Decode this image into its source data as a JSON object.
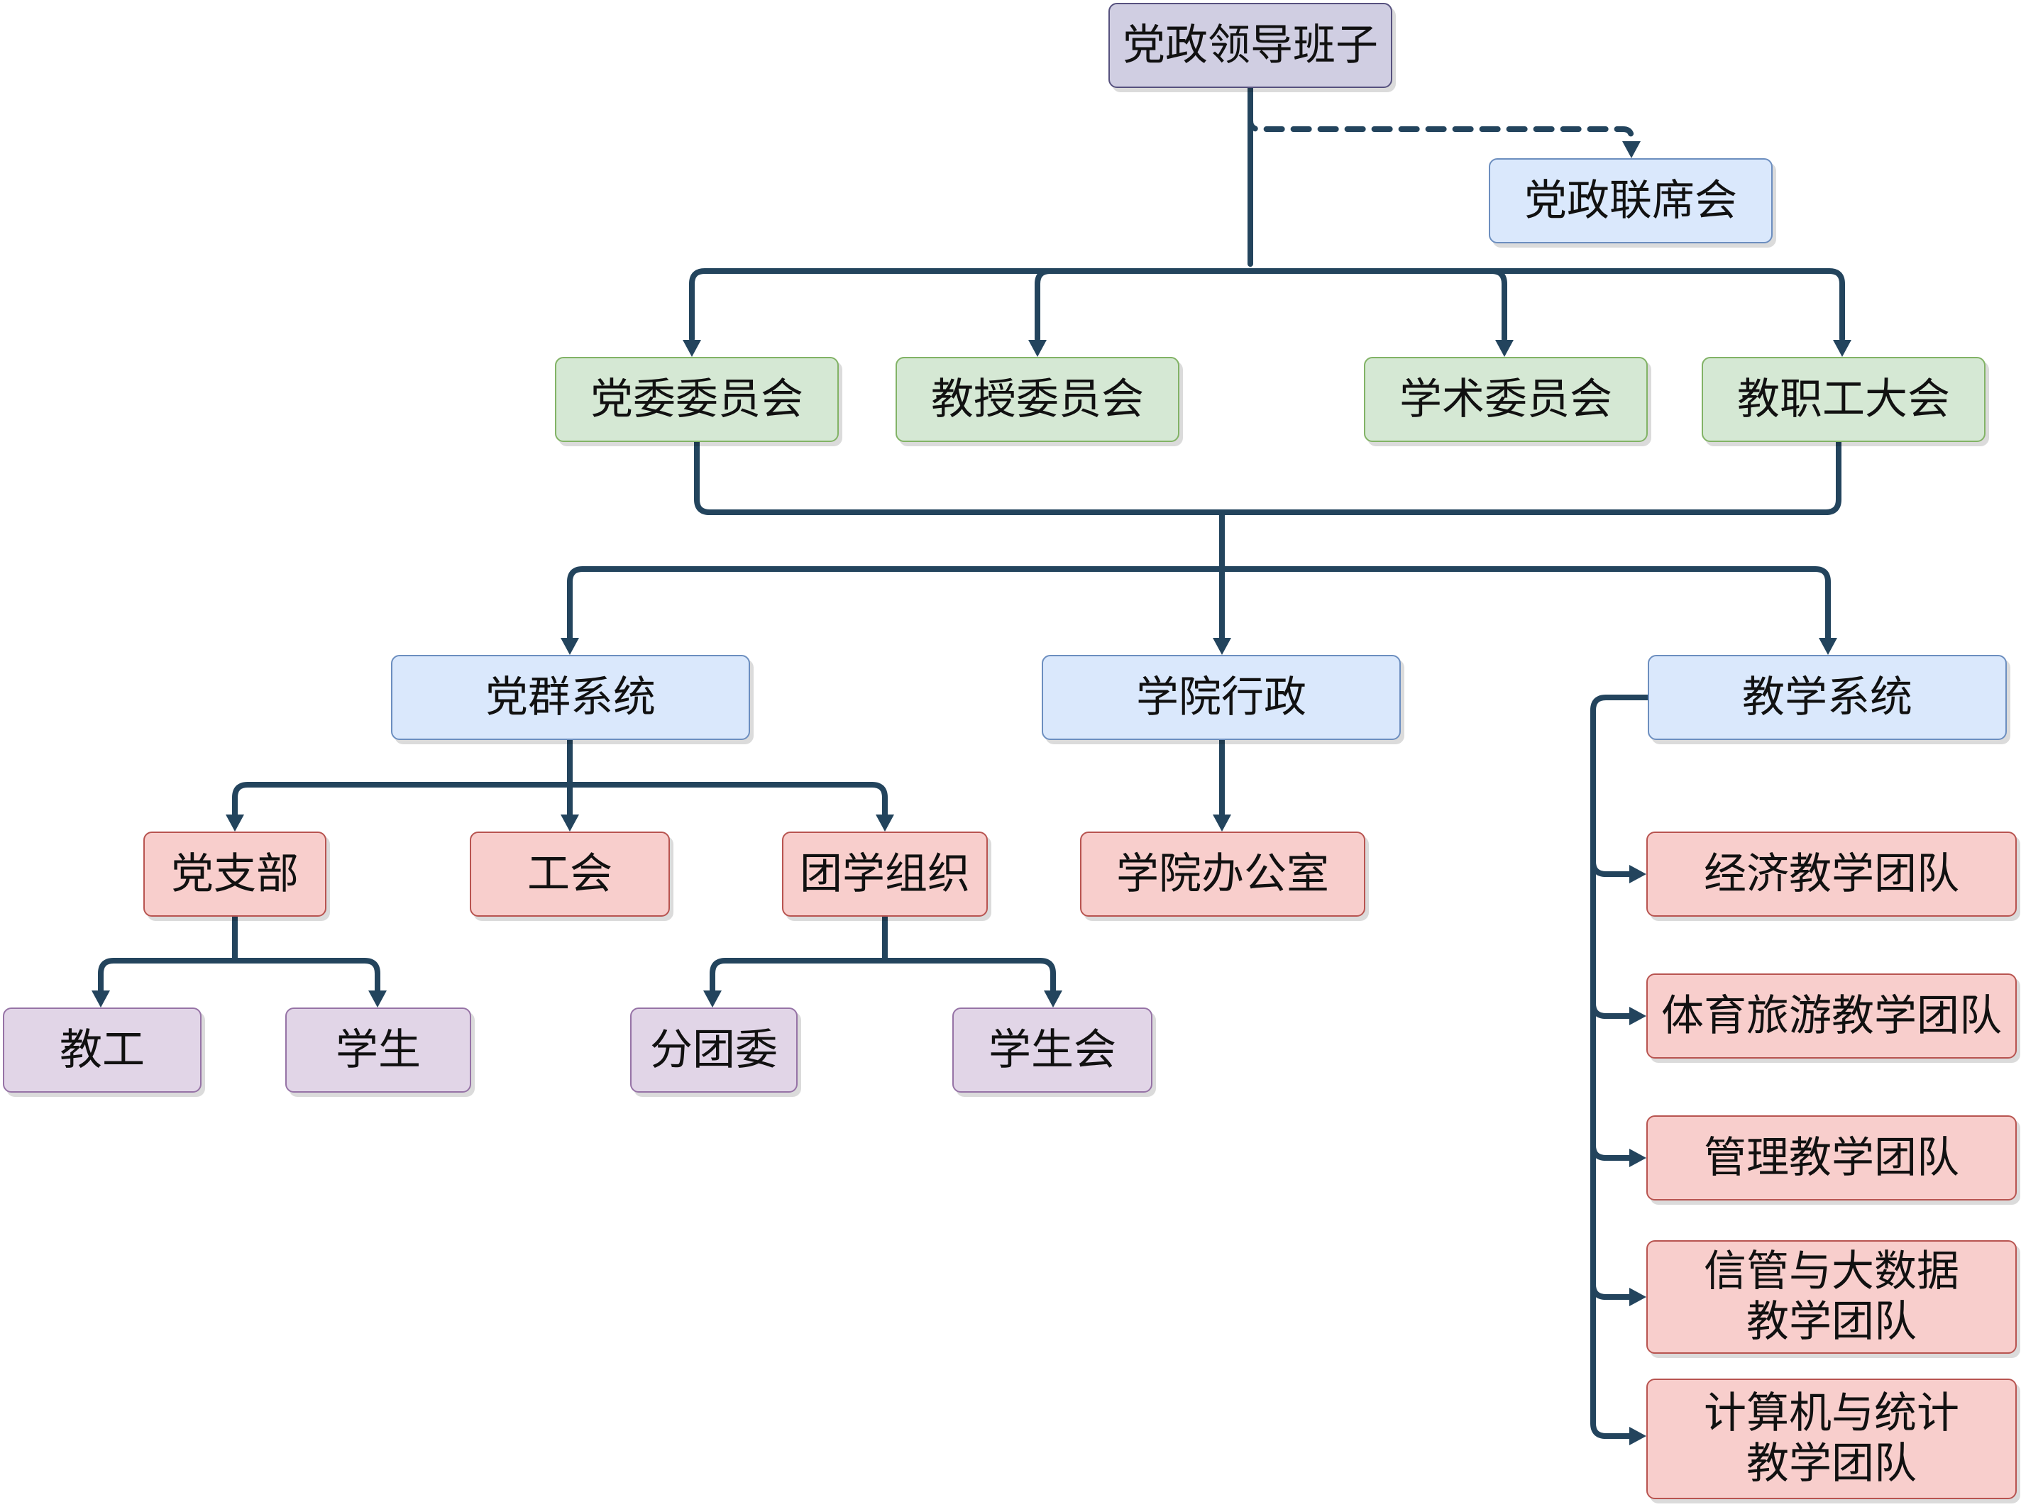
{
  "diagram": {
    "colors": {
      "edge": "#23445d",
      "top_fill": "#d0cee2",
      "blue_fill": "#dae8fc",
      "green_fill": "#d5e8d4",
      "red_fill": "#f8cecc",
      "purple_fill": "#e1d5e7"
    },
    "nodes": {
      "leadership": "党政领导班子",
      "joint_meeting": "党政联席会",
      "party_committee": "党委委员会",
      "professor_committee": "教授委员会",
      "academic_committee": "学术委员会",
      "staff_congress": "教职工大会",
      "party_mass_system": "党群系统",
      "college_admin": "学院行政",
      "teaching_system": "教学系统",
      "party_branch": "党支部",
      "union": "工会",
      "youth_org": "团学组织",
      "college_office": "学院办公室",
      "econ_team": "经济教学团队",
      "sports_tourism_team": "体育旅游教学团队",
      "management_team": "管理教学团队",
      "info_bigdata_team": "信管与大数据\n教学团队",
      "computer_stats_team": "计算机与统计\n教学团队",
      "faculty": "教工",
      "students": "学生",
      "youth_league_sub": "分团委",
      "student_union": "学生会"
    }
  }
}
